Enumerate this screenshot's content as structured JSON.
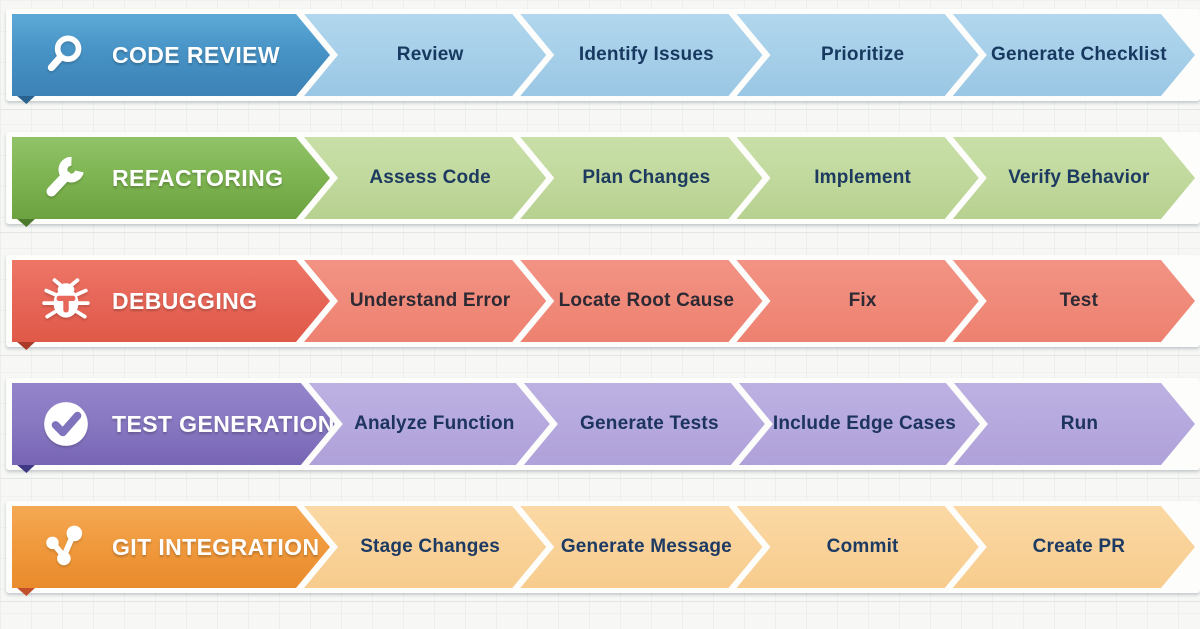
{
  "diagram": {
    "type": "workflow-chevron-infographic",
    "background_color": "#f7f8f6",
    "rows": [
      {
        "title": "CODE REVIEW",
        "icon": "magnifier-icon",
        "colors": {
          "header": "#4793c6",
          "step": "#a6cfe9",
          "step_text": "#17395f",
          "fold": "#2a628f"
        },
        "steps": [
          "Review",
          "Identify Issues",
          "Prioritize",
          "Generate Checklist"
        ]
      },
      {
        "title": "REFACTORING",
        "icon": "wrench-icon",
        "colors": {
          "header": "#7fb553",
          "step": "#c1d99d",
          "step_text": "#1d3a60",
          "fold": "#4b7a2c"
        },
        "steps": [
          "Assess Code",
          "Plan Changes",
          "Implement",
          "Verify Behavior"
        ]
      },
      {
        "title": "DEBUGGING",
        "icon": "bug-icon",
        "colors": {
          "header": "#e76759",
          "step": "#f08a7a",
          "step_text": "#2d2a33",
          "fold": "#a93a28"
        },
        "steps": [
          "Understand Error",
          "Locate Root Cause",
          "Fix",
          "Test"
        ]
      },
      {
        "title": "TEST GENERATION",
        "icon": "check-circle-icon",
        "colors": {
          "header": "#8979c2",
          "step": "#b6a9de",
          "step_text": "#1d3460",
          "fold": "#3f3884"
        },
        "steps": [
          "Analyze Function",
          "Generate Tests",
          "Include Edge Cases",
          "Run"
        ]
      },
      {
        "title": "GIT INTEGRATION",
        "icon": "git-branch-icon",
        "colors": {
          "header": "#f09a3e",
          "step": "#f9d299",
          "step_text": "#1d3a63",
          "fold": "#c14f2b"
        },
        "steps": [
          "Stage Changes",
          "Generate Message",
          "Commit",
          "Create PR"
        ]
      }
    ]
  },
  "rows": [
    {
      "title": "CODE REVIEW",
      "steps": [
        "Review",
        "Identify Issues",
        "Prioritize",
        "Generate Checklist"
      ]
    },
    {
      "title": "REFACTORING",
      "steps": [
        "Assess Code",
        "Plan Changes",
        "Implement",
        "Verify Behavior"
      ]
    },
    {
      "title": "DEBUGGING",
      "steps": [
        "Understand Error",
        "Locate Root Cause",
        "Fix",
        "Test"
      ]
    },
    {
      "title": "TEST GENERATION",
      "steps": [
        "Analyze Function",
        "Generate Tests",
        "Include Edge Cases",
        "Run"
      ]
    },
    {
      "title": "GIT INTEGRATION",
      "steps": [
        "Stage Changes",
        "Generate Message",
        "Commit",
        "Create PR"
      ]
    }
  ]
}
